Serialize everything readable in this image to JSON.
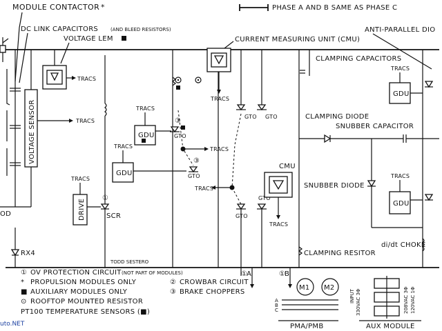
{
  "diagram": {
    "title": "MODULE CONTACTOR",
    "title_mark": "*",
    "phase_note": "PHASE A AND B SAME AS PHASE C",
    "anti_parallel": "ANTI-PARALLEL DIO",
    "dc_link": "DC LINK CAPACITORS",
    "dc_link_note": "(AND BLEED RESISTORS)",
    "voltage_lem": "VOLTAGE LEM",
    "voltage_sensor": "VOLTAGE SENSOR",
    "current_unit": "CURRENT MEASURING UNIT (CMU)",
    "clamping_capacitors": "CLAMPING CAPACITORS",
    "clamping_diode": "CLAMPING DIODE",
    "snubber_capacitor": "SNUBBER CAPACITOR",
    "snubber_diode": "SNUBBER DIODE",
    "didt_choke": "di/dt CHOKE",
    "clamping_resistor": "CLAMPING RESITOR",
    "gdu": "GDU",
    "tracs": "TRACS",
    "drive": "DRIVE",
    "scr": "SCR",
    "gto": "GTO",
    "cmu": "CMU",
    "rx4": "RX4",
    "od": "OD",
    "author": "TODD SESTERO",
    "node_a": "A",
    "node_b": "B",
    "m1": "M1",
    "m2": "M2",
    "pma_pmb": "PMA/PMB",
    "aux_module": "AUX MODULE",
    "input_label": "INPUT",
    "input_value": "330VAC 3Φ",
    "out_208": "208VAC 3Φ",
    "out_120": "120VAC 1Φ",
    "abc": [
      "A",
      "B",
      "C"
    ],
    "legend": [
      {
        "sym": "①",
        "text": "OV PROTECTION CIRCUIT",
        "note": "(NOT PART OF MODULES)"
      },
      {
        "sym": "*",
        "text": "PROPULSION MODULES ONLY",
        "note": ""
      },
      {
        "sym": "■",
        "text": "AUXILIARY MODULES ONLY",
        "note": ""
      },
      {
        "sym": "⊙",
        "text": "ROOFTOP MOUNTED RESISTOR",
        "note": ""
      },
      {
        "sym": "",
        "text": "PT100 TEMPERATURE SENSORS (■)",
        "note": ""
      }
    ],
    "legend_right": [
      {
        "sym": "②",
        "text": "CROWBAR CIRCUIT"
      },
      {
        "sym": "③",
        "text": "BRAKE CHOPPERS"
      }
    ],
    "n1": "①",
    "n2": "②",
    "n3": "③",
    "watermark": "uto.NET"
  }
}
